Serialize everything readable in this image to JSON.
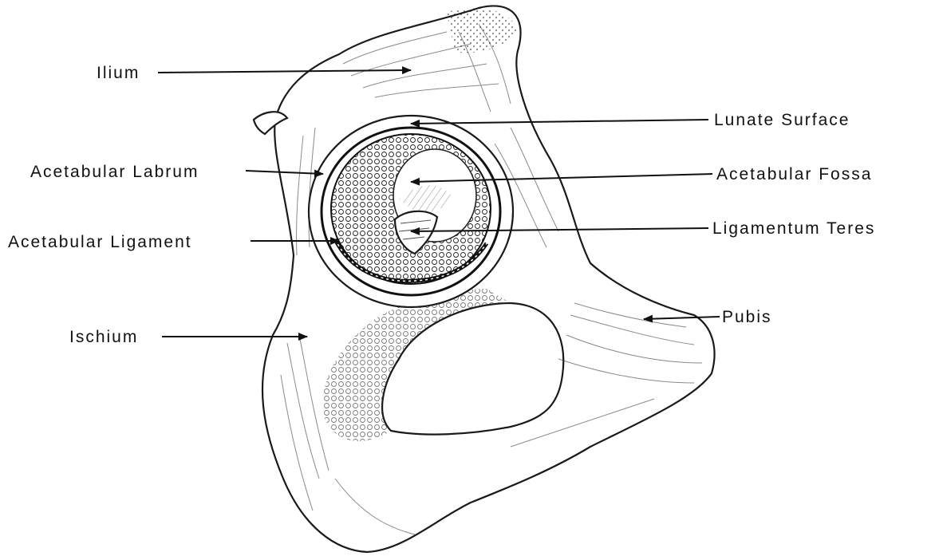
{
  "labels": {
    "ilium": "Ilium",
    "lunate_surface": "Lunate Surface",
    "acetabular_labrum": "Acetabular Labrum",
    "acetabular_fossa": "Acetabular Fossa",
    "acetabular_ligament": "Acetabular Ligament",
    "ligamentum_teres": "Ligamentum Teres",
    "ischium": "Ischium",
    "pubis": "Pubis"
  }
}
